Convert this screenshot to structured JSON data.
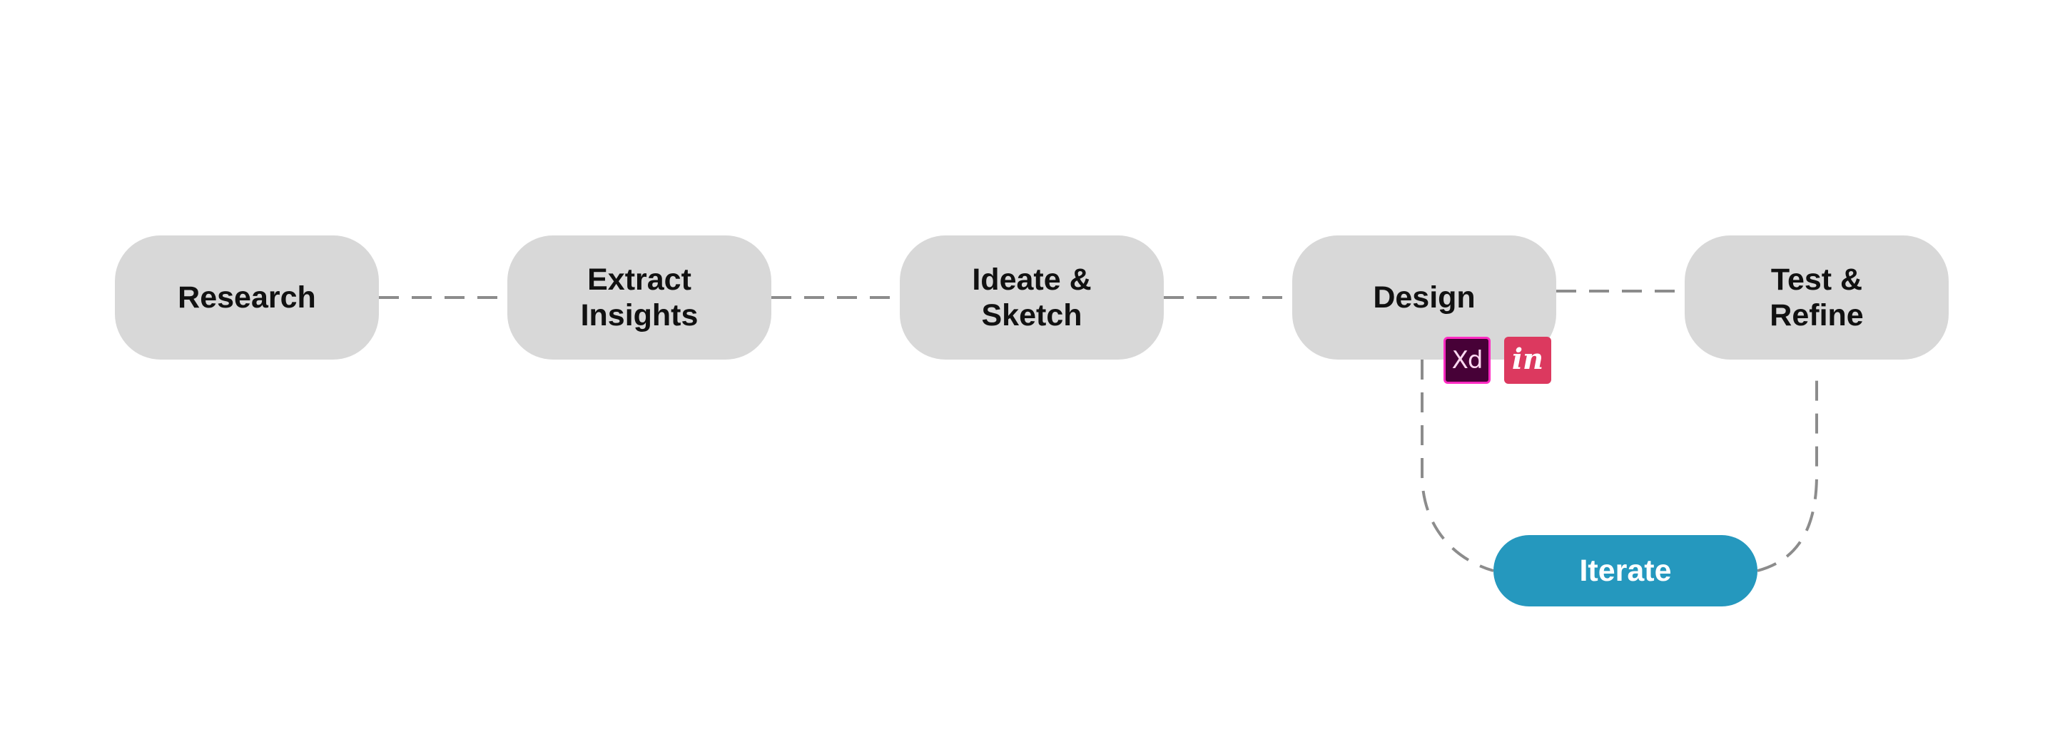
{
  "diagram": {
    "steps": [
      {
        "id": "research",
        "label": "Research"
      },
      {
        "id": "extract-insights",
        "label": "Extract\nInsights"
      },
      {
        "id": "ideate-sketch",
        "label": "Ideate &\nSketch"
      },
      {
        "id": "design",
        "label": "Design"
      },
      {
        "id": "test-refine",
        "label": "Test &\nRefine"
      }
    ],
    "loop": {
      "label": "Iterate"
    },
    "tools": [
      {
        "icon": "adobe-xd-icon",
        "label": "Xd"
      },
      {
        "icon": "invision-icon",
        "label": "in"
      }
    ],
    "colors": {
      "step_fill": "#d8d8d8",
      "loop_fill": "#2598be",
      "connector": "#8c8c8c",
      "text": "#111111",
      "xd_background": "#470137",
      "xd_border": "#ff2bc2",
      "invision_background": "#dc395f"
    }
  }
}
